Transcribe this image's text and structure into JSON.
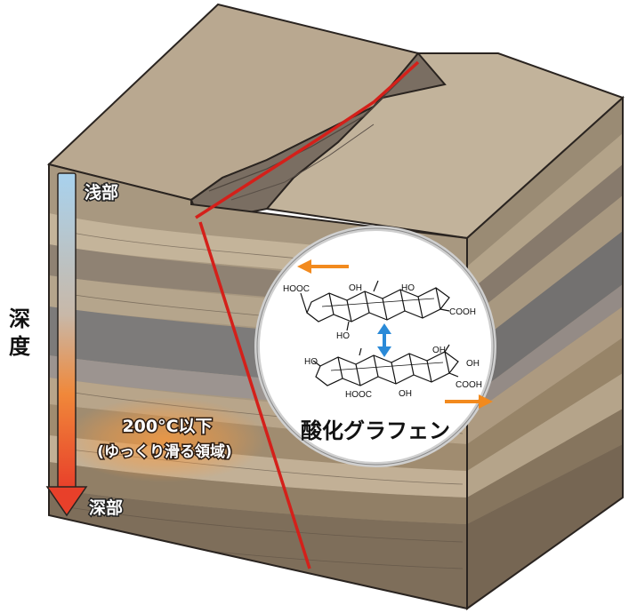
{
  "depth_axis": {
    "title": "深度",
    "top_label": "浅部",
    "bottom_label": "深部"
  },
  "zone": {
    "line1": "200°C以下",
    "line2": "(ゆっくり滑る領域)"
  },
  "inset": {
    "material_label": "酸化グラフェン",
    "molecule_top_groups": [
      "HOOC",
      "OH",
      "HO",
      "COOH",
      "HO"
    ],
    "molecule_bottom_groups": [
      "HO",
      "OH",
      "OH",
      "COOH",
      "HOOC",
      "OH"
    ]
  },
  "colors": {
    "fault_line": "#d4201a",
    "depth_top": "#a8d2ee",
    "depth_bottom": "#e8402a",
    "arrow_orange": "#f28a1e",
    "arrow_blue": "#2a8ad8",
    "rock_top": "#b9a890",
    "rock_front": "#a09078",
    "rock_side": "#9a8b74"
  },
  "icons": {
    "slip_left": "arrow-left-icon",
    "slip_right": "arrow-right-icon",
    "exchange": "double-arrow-vertical-icon"
  }
}
